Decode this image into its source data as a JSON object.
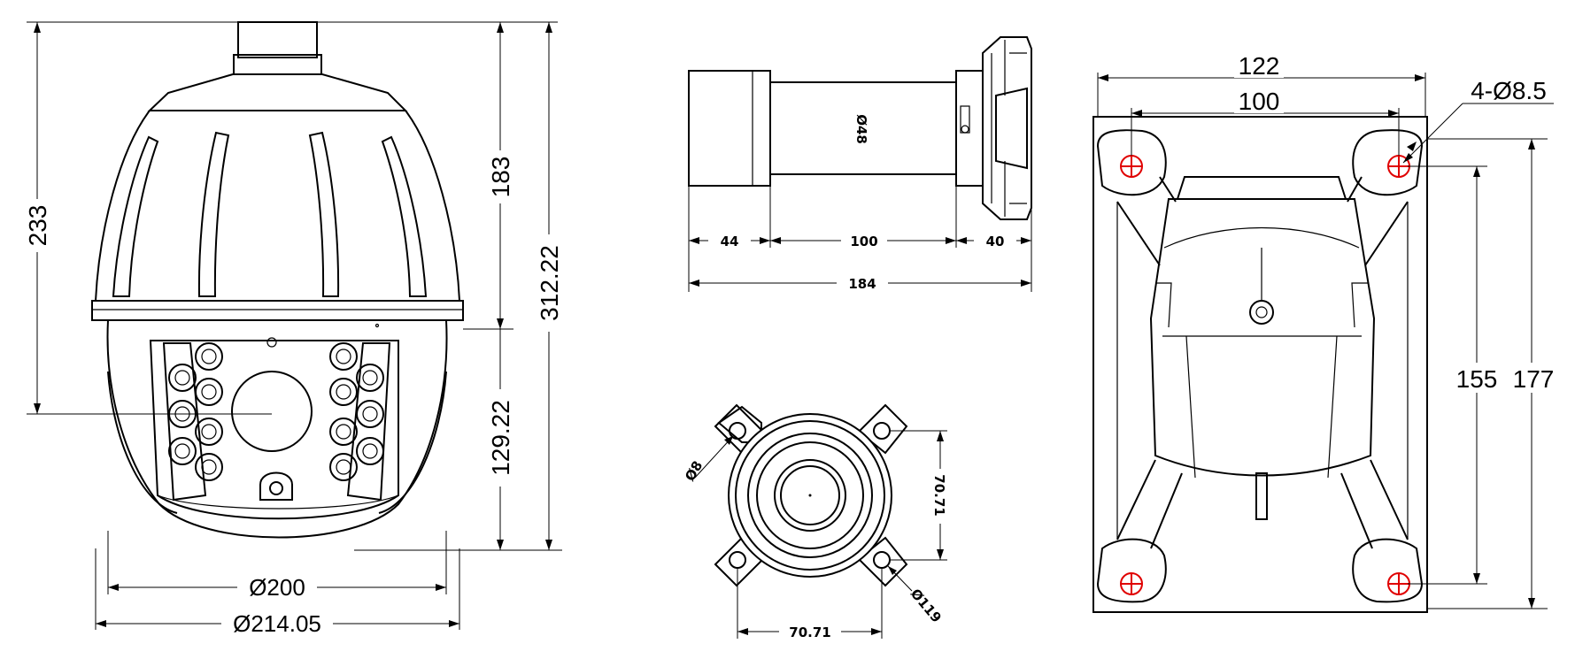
{
  "colors": {
    "line": "#000000",
    "hole_marker": "#e00000",
    "background": "#ffffff"
  },
  "front_view": {
    "height_total": "233",
    "height_upper": "183",
    "height_overall": "312.22",
    "height_lower": "129.22",
    "diameter_inner": "Ø200",
    "diameter_outer": "Ø214.05"
  },
  "bracket_side_view": {
    "pipe_diameter": "Ø48",
    "length_left": "44",
    "length_middle": "100",
    "length_right": "40",
    "length_total": "184"
  },
  "bracket_end_view": {
    "hole_diameter": "Ø8",
    "spacing_vertical": "70.71",
    "spacing_horizontal": "70.71",
    "flange_diameter": "Ø119"
  },
  "wall_plate_view": {
    "width_outer": "122",
    "width_holes": "100",
    "holes_spec": "4-Ø8.5",
    "height_holes": "155",
    "height_outer": "177"
  }
}
